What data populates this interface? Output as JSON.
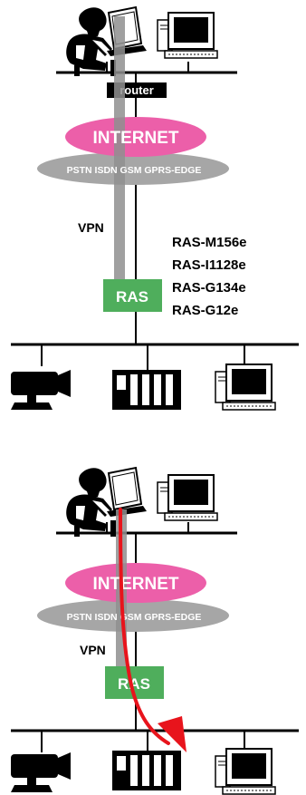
{
  "colors": {
    "internet": "#ec5fa9",
    "network": "#a6a6a6",
    "ras": "#4fae5c",
    "vpn_tunnel": "#8f8f8f",
    "arrow": "#e8141c",
    "line": "#000000"
  },
  "panel_top": {
    "router_label": "router",
    "internet_label": "INTERNET",
    "networks_label": "PSTN ISDN GSM GPRS-EDGE",
    "vpn_label": "VPN",
    "ras_label": "RAS",
    "models": [
      "RAS-M156e",
      "RAS-I1128e",
      "RAS-G134e",
      "RAS-G12e"
    ],
    "icons": [
      "user-at-laptop-icon",
      "desktop-pc-icon",
      "camera-icon",
      "plc-device-icon",
      "desktop-pc-icon"
    ]
  },
  "panel_bottom": {
    "internet_label": "INTERNET",
    "networks_label": "PSTN ISDN GSM GPRS-EDGE",
    "vpn_label": "VPN",
    "ras_label": "RAS",
    "icons": [
      "user-at-laptop-icon",
      "desktop-pc-icon",
      "camera-icon",
      "plc-device-icon",
      "desktop-pc-icon",
      "red-arrow-icon"
    ]
  }
}
